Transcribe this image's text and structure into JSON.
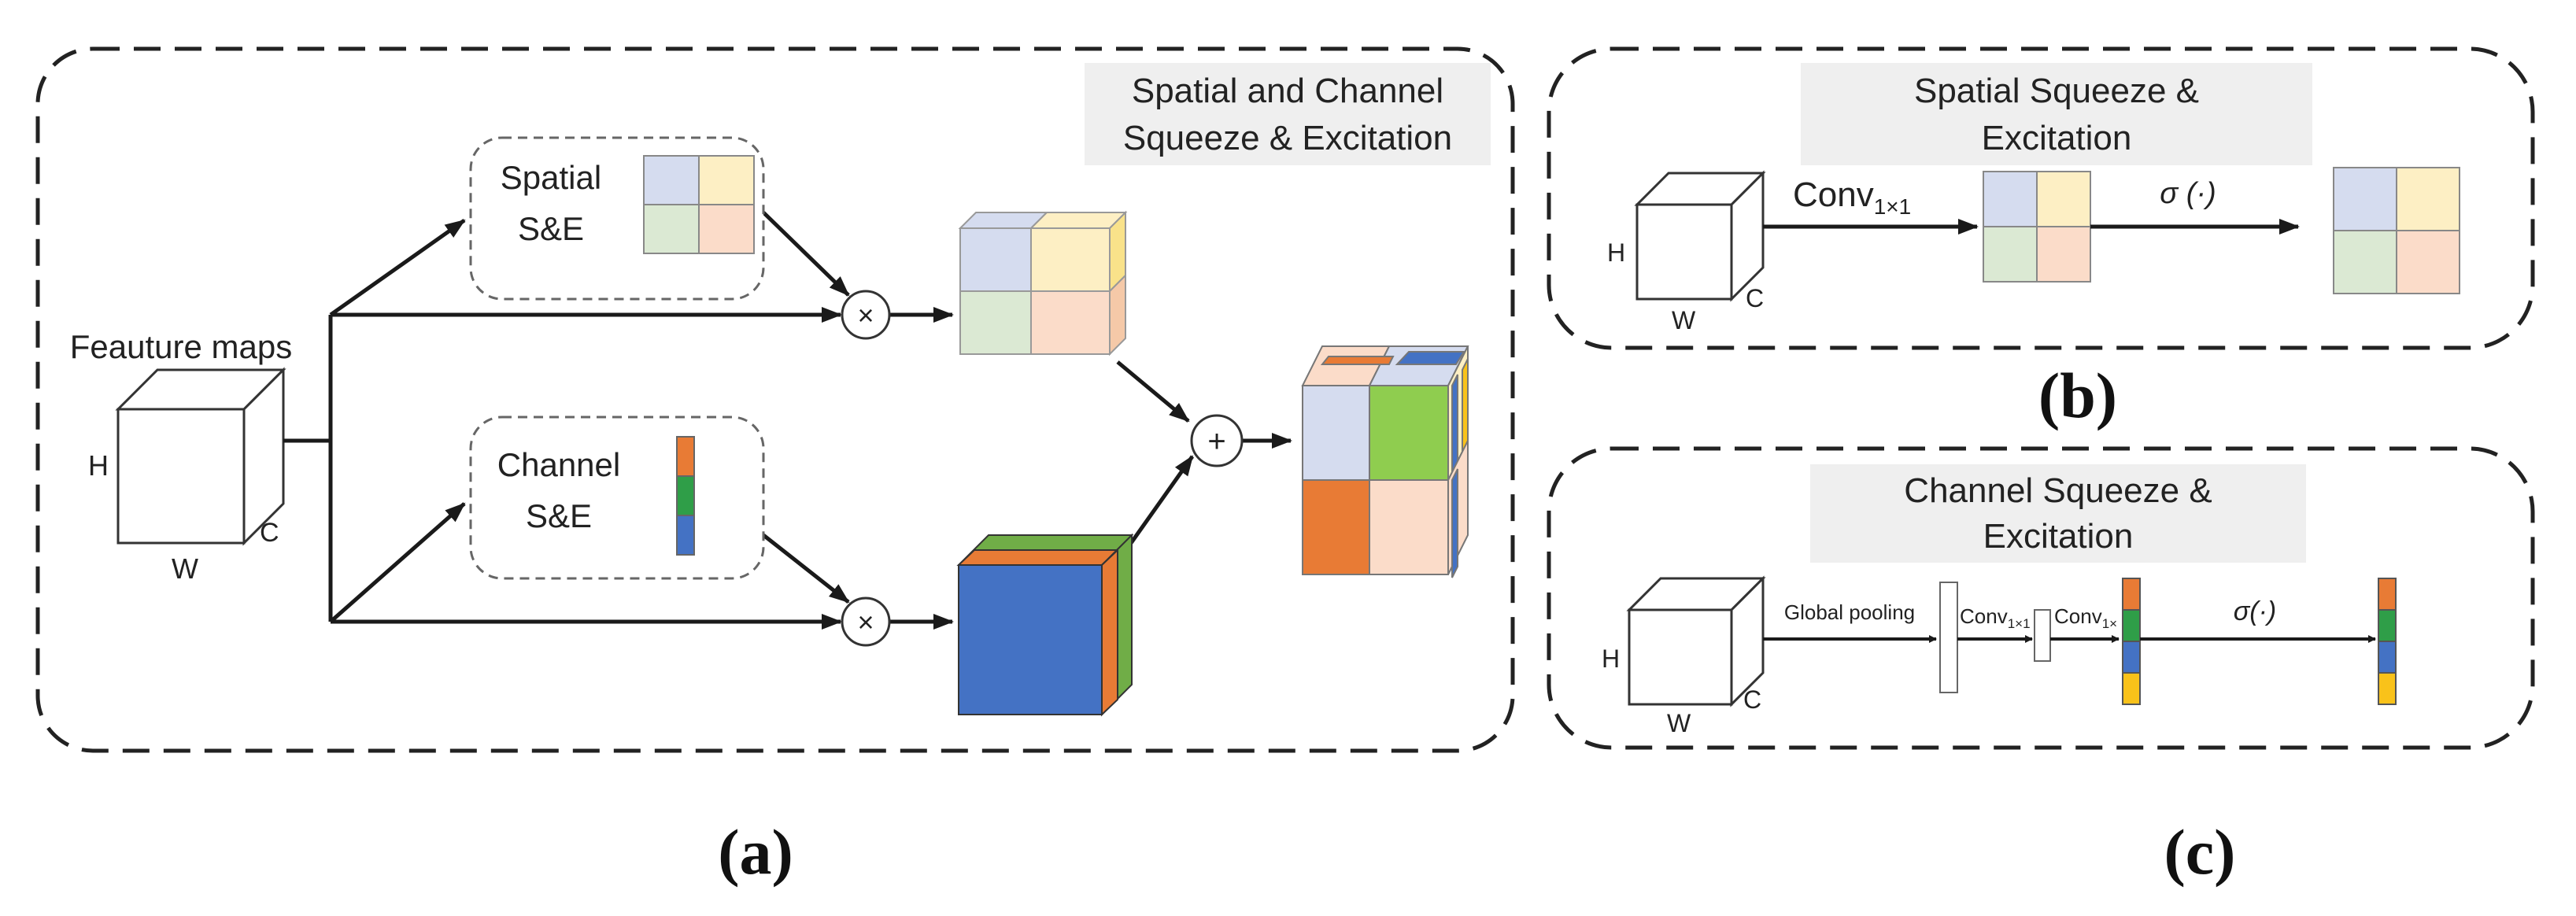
{
  "colors": {
    "blue_light": "#d5dcef",
    "yellow_light": "#fdefc4",
    "green_light": "#dbe9d3",
    "peach_light": "#fbdcc9",
    "orange": "#e87b35",
    "green": "#2f9e48",
    "green_side": "#8fcd4f",
    "blue": "#4472c4",
    "yellow": "#f9c21a",
    "title_bg": "#efefef",
    "line": "#1a1a1a"
  },
  "panel_a": {
    "title_line1": "Spatial and Channel",
    "title_line2": "Squeeze & Excitation",
    "input_label": "Feauture maps",
    "dim_h": "H",
    "dim_w": "W",
    "dim_c": "C",
    "spatial_label_1": "Spatial",
    "spatial_label_2": "S&E",
    "channel_label_1": "Channel",
    "channel_label_2": "S&E",
    "multiply_symbol": "×",
    "add_symbol": "+",
    "caption": "(a)"
  },
  "panel_b": {
    "title_line1": "Spatial Squeeze &",
    "title_line2": "Excitation",
    "dim_h": "H",
    "dim_w": "W",
    "dim_c": "C",
    "conv_label": "Conv",
    "conv_sub": "1×1",
    "sigma_label": "σ (·)",
    "caption": "(b)"
  },
  "panel_c": {
    "title_line1": "Channel Squeeze &",
    "title_line2": "Excitation",
    "dim_h": "H",
    "dim_w": "W",
    "dim_c": "C",
    "pool_label": "Global pooling",
    "conv1_label": "Conv",
    "conv1_sub": "1×1",
    "conv2_label": "Conv",
    "conv2_sub": "1×",
    "sigma_label": "σ(·)",
    "caption": "(c)"
  }
}
